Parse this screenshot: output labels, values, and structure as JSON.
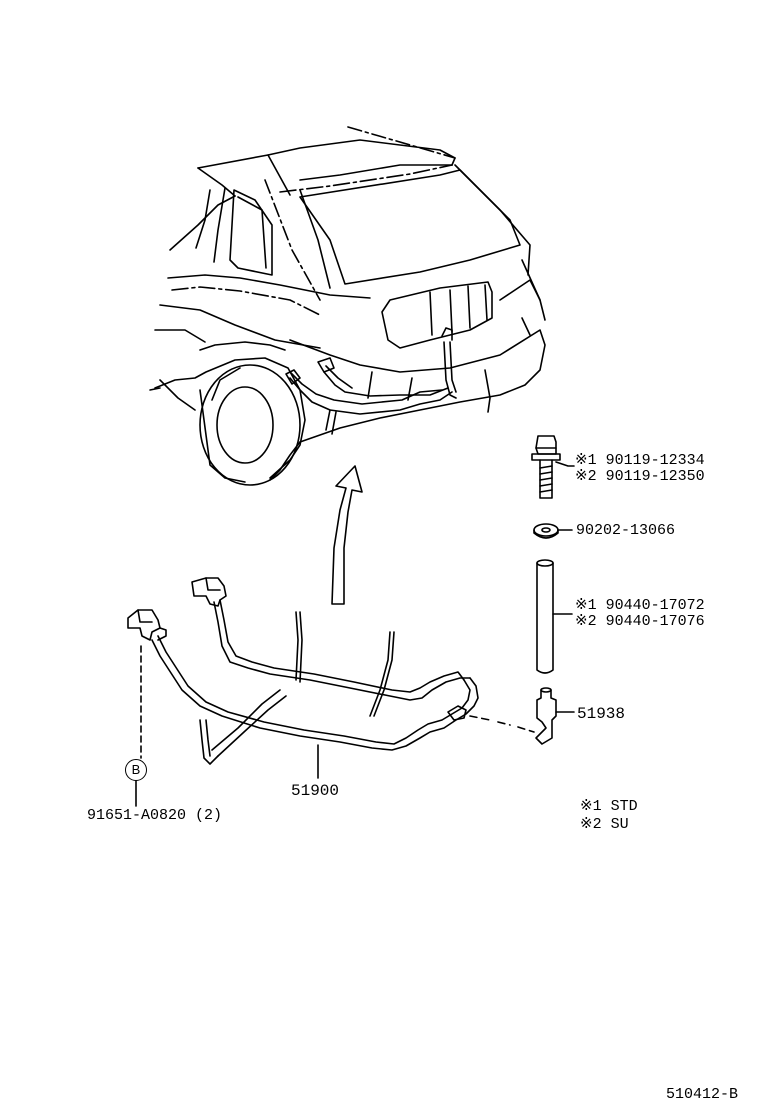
{
  "parts": {
    "bolt_std": "※1 90119-12334",
    "bolt_su": "※2 90119-12350",
    "washer": "90202-13066",
    "rod_std": "※1 90440-17072",
    "rod_su": "※2 90440-17076",
    "bracket": "51938",
    "frame": "51900",
    "clip_ref_letter": "B",
    "clip": "91651-A0820 (2)"
  },
  "legend": {
    "item1": "※1  STD",
    "item2": "※2  SU"
  },
  "diagram_id": "510412-B"
}
